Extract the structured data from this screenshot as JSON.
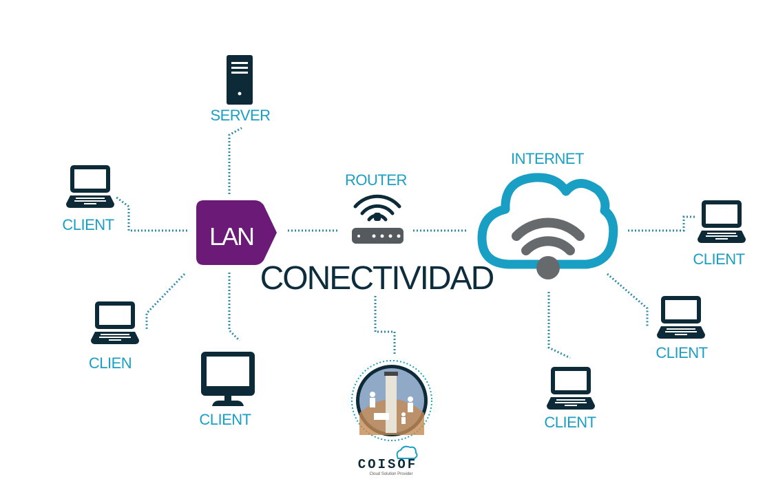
{
  "title": "CONECTIVIDAD",
  "hub": {
    "label": "LAN"
  },
  "nodes": {
    "server": "SERVER",
    "router": "ROUTER",
    "internet": "INTERNET",
    "lan_client_top": "CLIENT",
    "lan_client_left": "CLIEN",
    "lan_client_desktop": "CLIENT",
    "net_client_right": "CLIENT",
    "net_client_lower_right": "CLIENT",
    "net_client_bottom": "CLIENT"
  },
  "logo": {
    "wordmark": "COISOF",
    "tagline": "Cloud Solution Provider"
  },
  "colors": {
    "lan": "#6b1a77",
    "cyan": "#1a9fc4",
    "dark": "#0c2a37",
    "router": "#555a5e"
  }
}
